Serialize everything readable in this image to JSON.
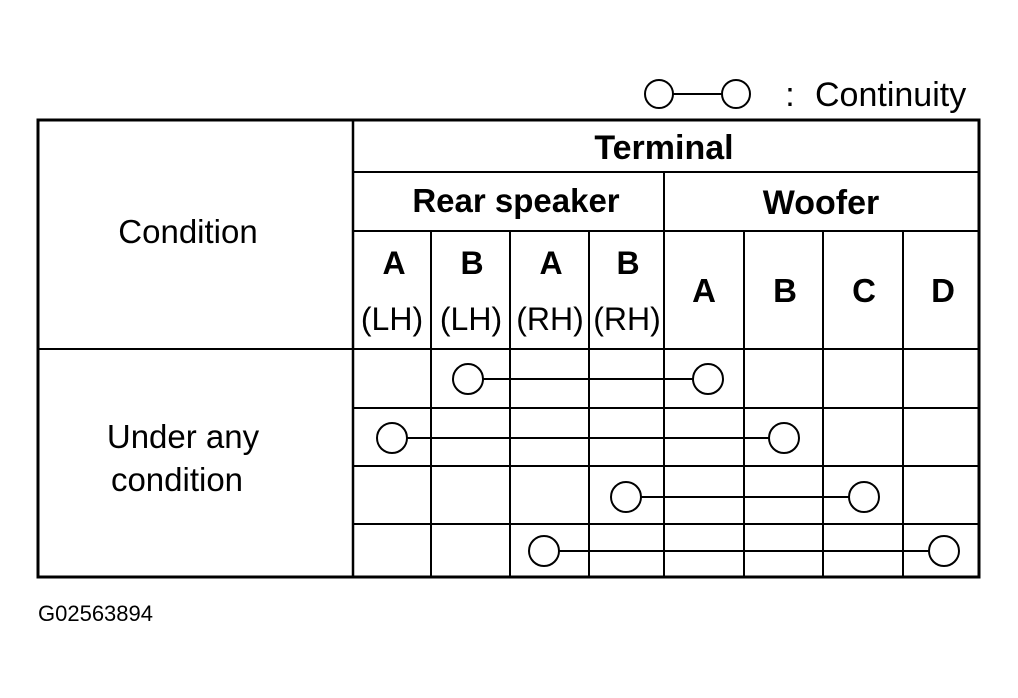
{
  "legend": {
    "symbol_icon": "continuity-symbol-icon",
    "separator": ":",
    "label": "Continuity"
  },
  "table": {
    "condition_header": "Condition",
    "terminal_header": "Terminal",
    "groups": [
      {
        "label": "Rear speaker",
        "columns": [
          {
            "top": "A",
            "bottom": "(LH)"
          },
          {
            "top": "B",
            "bottom": "(LH)"
          },
          {
            "top": "A",
            "bottom": "(RH)"
          },
          {
            "top": "B",
            "bottom": "(RH)"
          }
        ]
      },
      {
        "label": "Woofer",
        "columns": [
          {
            "top": "A"
          },
          {
            "top": "B"
          },
          {
            "top": "C"
          },
          {
            "top": "D"
          }
        ]
      }
    ],
    "condition_lines": [
      "Under any",
      "condition"
    ],
    "rows": [
      {
        "from": 1,
        "to": 4
      },
      {
        "from": 0,
        "to": 5
      },
      {
        "from": 3,
        "to": 6
      },
      {
        "from": 2,
        "to": 7
      }
    ]
  },
  "figure_id": "G02563894"
}
